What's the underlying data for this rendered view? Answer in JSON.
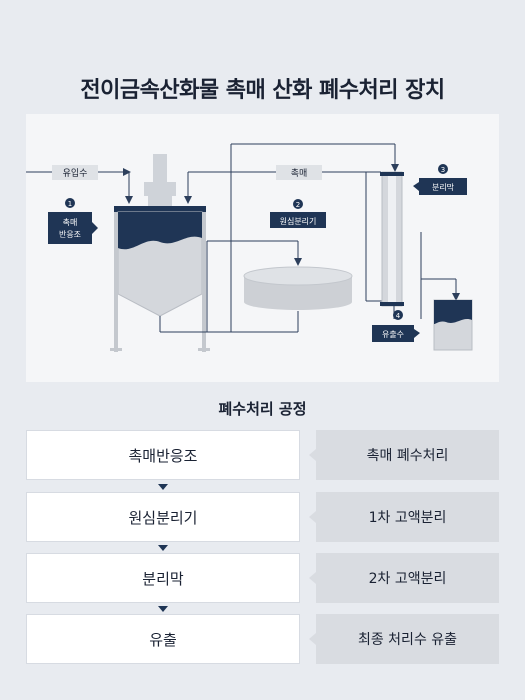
{
  "title": "전이금속산화물 촉매 산화 폐수처리 장치",
  "diagram": {
    "labels": {
      "inflow": "유입수",
      "catalyst": "촉매",
      "reactor_num": "1",
      "reactor_line1": "촉매",
      "reactor_line2": "반응조",
      "centrifuge_num": "2",
      "centrifuge": "원심분리기",
      "membrane_num": "3",
      "membrane": "분리막",
      "outflow_num": "4",
      "outflow": "유출수"
    },
    "colors": {
      "navy": "#1f3555",
      "gray": "#d4d7dc",
      "dark_gray": "#b9bdc4",
      "line": "#2d3f5c"
    }
  },
  "process": {
    "title": "폐수처리 공정",
    "steps": [
      {
        "name": "촉매반응조",
        "desc": "촉매 폐수처리"
      },
      {
        "name": "원심분리기",
        "desc": "1차 고액분리"
      },
      {
        "name": "분리막",
        "desc": "2차 고액분리"
      },
      {
        "name": "유출",
        "desc": "최종 처리수 유출"
      }
    ]
  }
}
